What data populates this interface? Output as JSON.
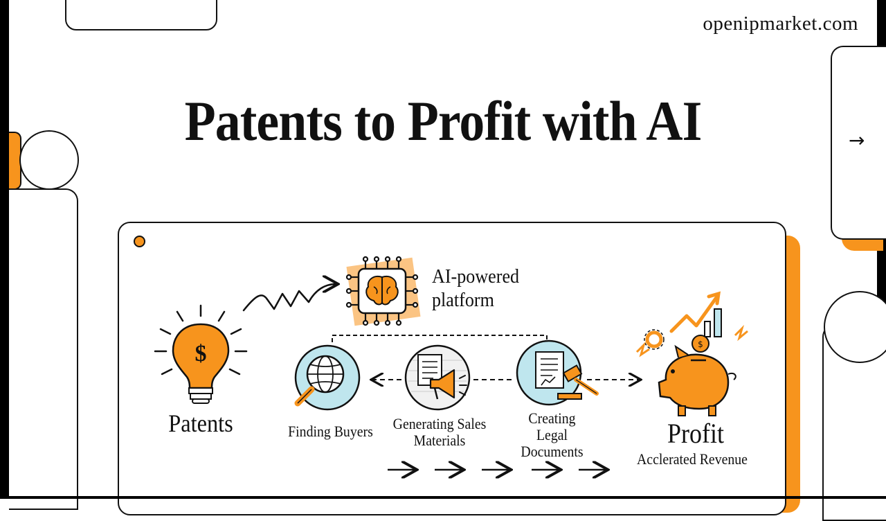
{
  "header": {
    "site_url": "openipmarket.com"
  },
  "title": "Patents to Profit with AI",
  "decor": {
    "side_arrow": "→"
  },
  "diagram": {
    "patents_label": "Patents",
    "ai_platform_label_line1": "AI-powered",
    "ai_platform_label_line2": "platform",
    "steps": [
      {
        "line1": "Finding Buyers",
        "line2": ""
      },
      {
        "line1": "Generating Sales",
        "line2": "Materials"
      },
      {
        "line1": "Creating",
        "line2": "Legal Documents"
      }
    ],
    "profit_label": "Profit",
    "profit_sub_label": "Acclerated Revenue",
    "icons": [
      "lightbulb-dollar-icon",
      "ai-chip-brain-icon",
      "globe-search-icon",
      "megaphone-document-icon",
      "legal-document-gavel-icon",
      "piggy-bank-growth-icon"
    ]
  },
  "colors": {
    "accent": "#f7941d",
    "ink": "#111111",
    "teal_bg": "#bfe6ee",
    "background": "#ffffff"
  }
}
